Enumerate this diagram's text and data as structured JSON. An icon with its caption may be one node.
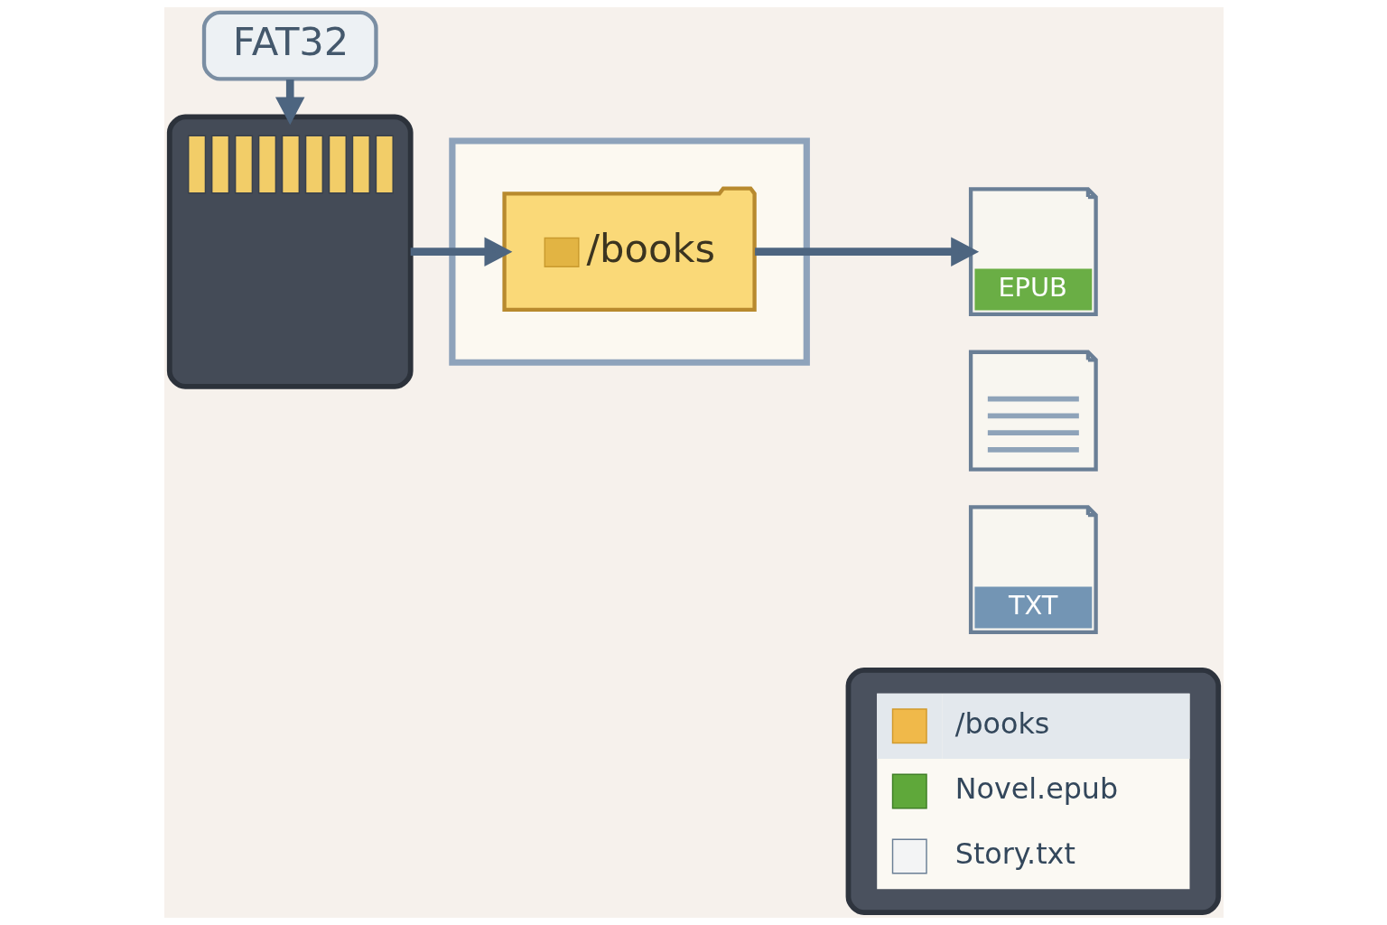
{
  "diagram": {
    "nodes": [
      {
        "text": [
          "FAT32"
        ]
      },
      {
        "text": [],
        "shape": "picture"
      },
      {
        "text": [],
        "shape": "box"
      },
      {
        "text": [
          "/books"
        ],
        "in": 2
      },
      {
        "text": [
          "EPUB"
        ]
      },
      {
        "text": [],
        "shape": "document"
      },
      {
        "text": [
          "TXT"
        ]
      },
      {
        "text": [
          "/books",
          "Novel.epub",
          "Story.txt"
        ]
      }
    ],
    "edges": [
      {
        "from": 0,
        "to": 1,
        "arrow": "to"
      },
      {
        "from": 1,
        "to": 3,
        "arrow": "to"
      },
      {
        "from": 3,
        "to": 4,
        "arrow": "to"
      }
    ]
  }
}
